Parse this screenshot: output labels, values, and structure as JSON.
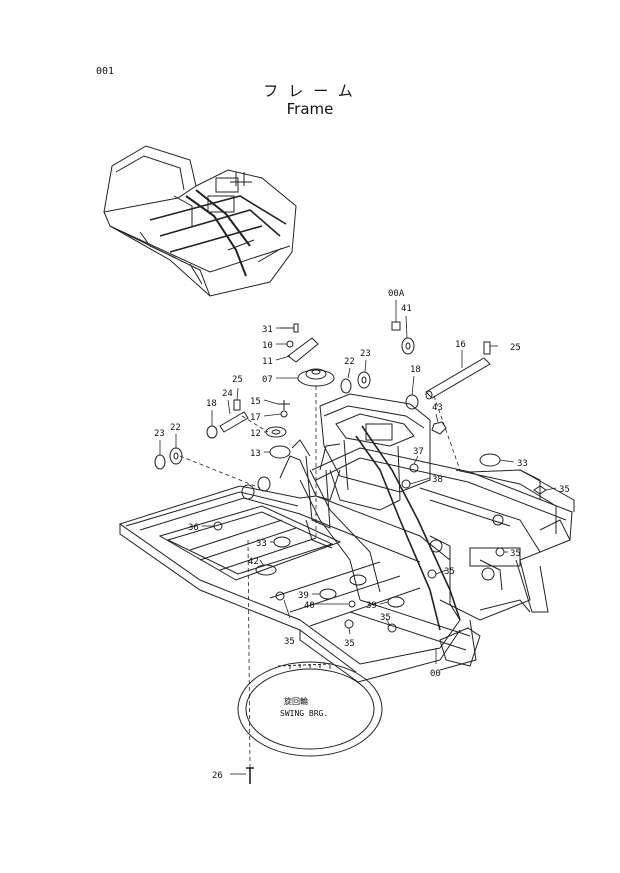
{
  "page": {
    "number": "001",
    "title_jp": "フレーム",
    "title_en": "Frame"
  },
  "callouts": {
    "c00a": "00A",
    "c41": "41",
    "c31": "31",
    "c10": "10",
    "c11": "11",
    "c07": "07",
    "c22a": "22",
    "c23a": "23",
    "c16": "16",
    "c25a": "25",
    "c18a": "18",
    "c43": "43",
    "c25b": "25",
    "c24": "24",
    "c18b": "18",
    "c15": "15",
    "c17": "17",
    "c12": "12",
    "c13": "13",
    "c23b": "23",
    "c22b": "22",
    "c37": "37",
    "c33a": "33",
    "c38": "38",
    "c35a": "35",
    "c36": "36",
    "c33b": "33",
    "c42": "42",
    "c35b": "35",
    "c35c": "35",
    "c39a": "39",
    "c40": "40",
    "c35d": "35",
    "c39b": "39",
    "c35e": "35",
    "c35f": "35",
    "c00": "00",
    "c26": "26"
  },
  "swing_bearing": {
    "label_jp": "旋回輪",
    "label_en": "SWING BRG."
  }
}
